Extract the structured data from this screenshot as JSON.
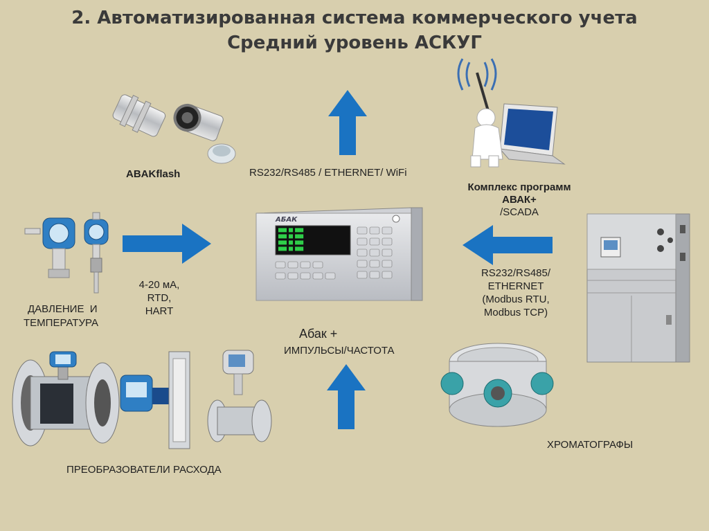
{
  "title": {
    "line1": "2. Автоматизированная система коммерческого учета",
    "line2": "Средний уровень АСКУГ"
  },
  "labels": {
    "abakflash": "ABAKflash",
    "top_protocols": "RS232/RS485 / ETHERNET/ WiFi",
    "software_line1": "Комплекс программ",
    "software_line2": "АВАК+",
    "software_line3": "/SCADA",
    "pressure_temp_line1": "ДАВЛЕНИЕ  И",
    "pressure_temp_line2": "ТЕМПЕРАТУРА",
    "analog_line1": "4-20 мА,",
    "analog_line2": "RTD,",
    "analog_line3": "HART",
    "right_proto_line1": "RS232/RS485/",
    "right_proto_line2": "ETHERNET",
    "right_proto_line3": "(Modbus RTU,",
    "right_proto_line4": "Modbus TCP)",
    "abak_plus": "Абак +",
    "pulses": "ИМПУЛЬСЫ/ЧАСТОТА",
    "flow_converters": "ПРЕОБРАЗОВАТЕЛИ РАСХОДА",
    "chromatographs": "ХРОМАТОГРАФЫ",
    "device_brand": "АБАК"
  },
  "colors": {
    "background": "#d8cfae",
    "arrow": "#1a73c2",
    "title": "#3a3a3a"
  }
}
